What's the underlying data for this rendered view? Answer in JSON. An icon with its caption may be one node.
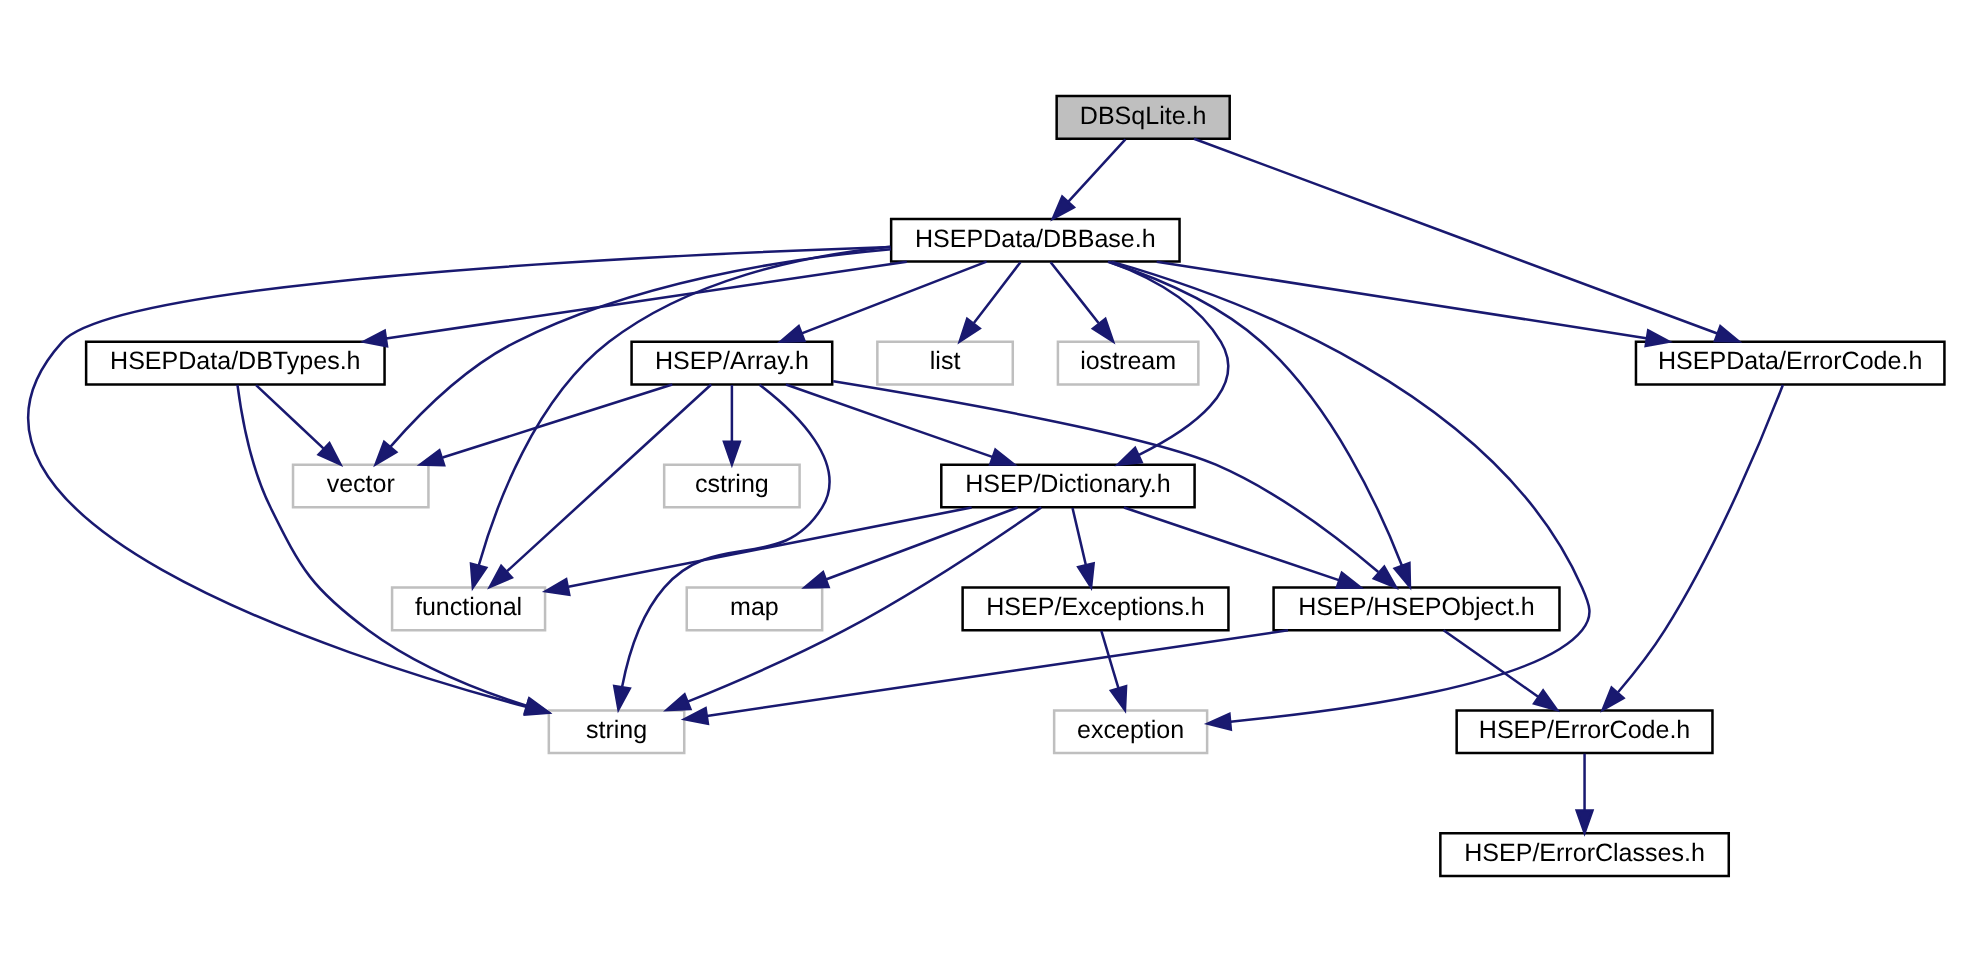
{
  "diagram": {
    "nodes": [
      {
        "text": [
          "DBSqLite.h"
        ]
      },
      {
        "text": [
          "HSEPData/DBBase.h"
        ]
      },
      {
        "text": [
          "HSEPData/DBTypes.h"
        ]
      },
      {
        "text": [
          "HSEP/Array.h"
        ]
      },
      {
        "text": [
          "list"
        ]
      },
      {
        "text": [
          "iostream"
        ]
      },
      {
        "text": [
          "HSEPData/ErrorCode.h"
        ]
      },
      {
        "text": [
          "vector"
        ]
      },
      {
        "text": [
          "cstring"
        ]
      },
      {
        "text": [
          "HSEP/Dictionary.h"
        ]
      },
      {
        "text": [
          "functional"
        ]
      },
      {
        "text": [
          "map"
        ]
      },
      {
        "text": [
          "HSEP/Exceptions.h"
        ]
      },
      {
        "text": [
          "HSEP/HSEPObject.h"
        ]
      },
      {
        "text": [
          "string"
        ]
      },
      {
        "text": [
          "exception"
        ]
      },
      {
        "text": [
          "HSEP/ErrorCode.h"
        ]
      },
      {
        "text": [
          "HSEP/ErrorClasses.h"
        ]
      }
    ],
    "edges": [
      {
        "from": 0,
        "to": 1,
        "arrow": "to"
      },
      {
        "from": 0,
        "to": 6,
        "arrow": "to"
      },
      {
        "from": 1,
        "to": 14,
        "arrow": "to"
      },
      {
        "from": 1,
        "to": 2,
        "arrow": "to"
      },
      {
        "from": 1,
        "to": 10,
        "arrow": "to"
      },
      {
        "from": 1,
        "to": 7,
        "arrow": "to"
      },
      {
        "from": 1,
        "to": 3,
        "arrow": "to"
      },
      {
        "from": 1,
        "to": 4,
        "arrow": "to"
      },
      {
        "from": 1,
        "to": 5,
        "arrow": "to"
      },
      {
        "from": 1,
        "to": 9,
        "arrow": "to"
      },
      {
        "from": 1,
        "to": 13,
        "arrow": "to"
      },
      {
        "from": 1,
        "to": 15,
        "arrow": "to"
      },
      {
        "from": 1,
        "to": 6,
        "arrow": "to"
      },
      {
        "from": 2,
        "to": 7,
        "arrow": "to"
      },
      {
        "from": 2,
        "to": 14,
        "arrow": "to"
      },
      {
        "from": 3,
        "to": 7,
        "arrow": "to"
      },
      {
        "from": 3,
        "to": 8,
        "arrow": "to"
      },
      {
        "from": 3,
        "to": 10,
        "arrow": "to"
      },
      {
        "from": 3,
        "to": 14,
        "arrow": "to"
      },
      {
        "from": 3,
        "to": 9,
        "arrow": "to"
      },
      {
        "from": 3,
        "to": 13,
        "arrow": "to"
      },
      {
        "from": 9,
        "to": 10,
        "arrow": "to"
      },
      {
        "from": 9,
        "to": 11,
        "arrow": "to"
      },
      {
        "from": 9,
        "to": 14,
        "arrow": "to"
      },
      {
        "from": 9,
        "to": 12,
        "arrow": "to"
      },
      {
        "from": 9,
        "to": 13,
        "arrow": "to"
      },
      {
        "from": 12,
        "to": 15,
        "arrow": "to"
      },
      {
        "from": 13,
        "to": 14,
        "arrow": "to"
      },
      {
        "from": 13,
        "to": 16,
        "arrow": "to"
      },
      {
        "from": 6,
        "to": 16,
        "arrow": "to"
      },
      {
        "from": 16,
        "to": 17,
        "arrow": "to"
      }
    ]
  }
}
